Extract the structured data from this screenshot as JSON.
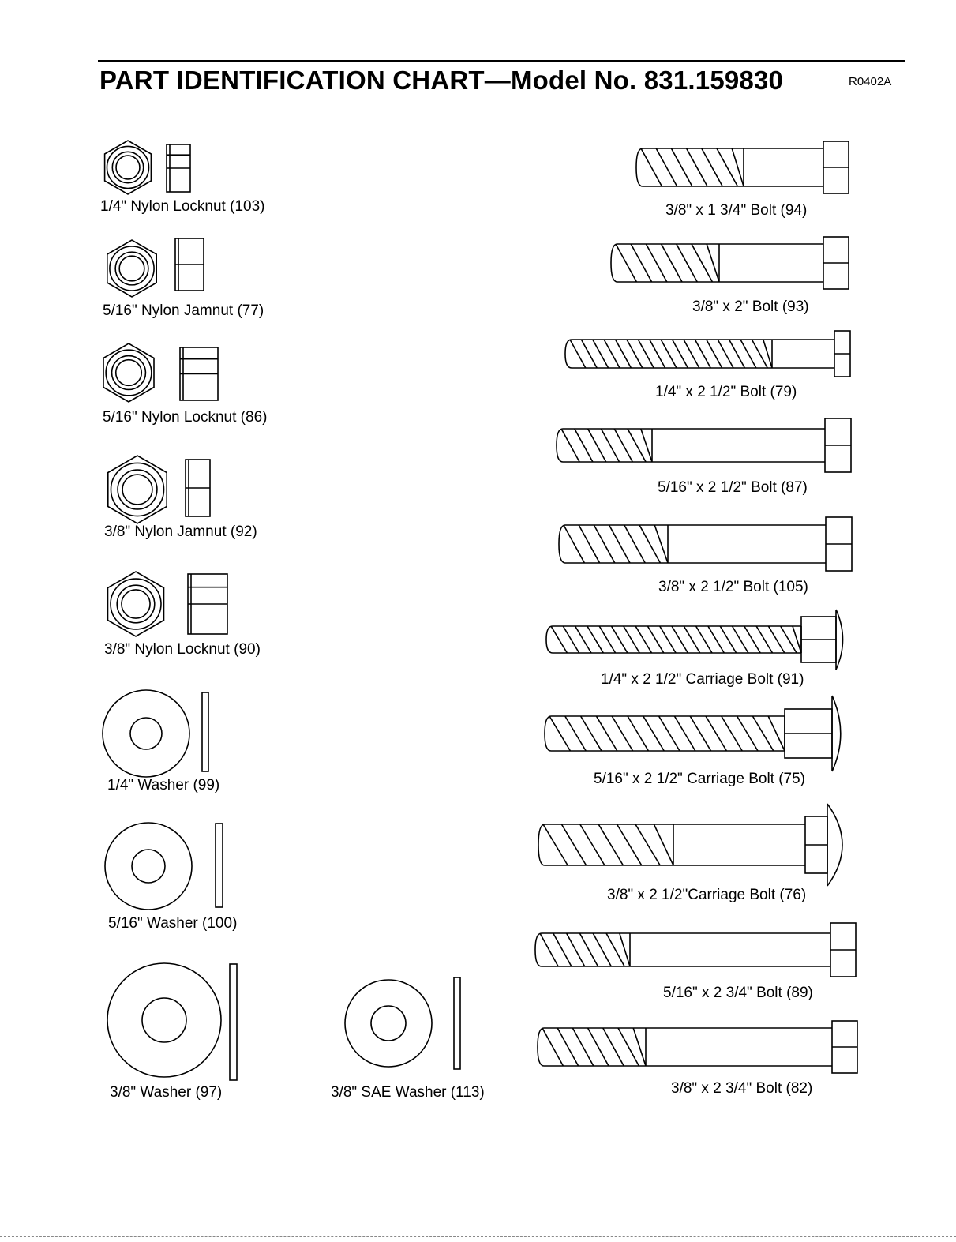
{
  "header": {
    "title": "PART IDENTIFICATION CHART—Model No. 831.159830",
    "code": "R0402A"
  },
  "left_parts": [
    {
      "label": "1/4\" Nylon Locknut (103)"
    },
    {
      "label": "5/16\" Nylon Jamnut (77)"
    },
    {
      "label": "5/16\" Nylon Locknut (86)"
    },
    {
      "label": "3/8\" Nylon Jamnut (92)"
    },
    {
      "label": "3/8\" Nylon Locknut (90)"
    },
    {
      "label": "1/4\" Washer (99)"
    },
    {
      "label": "5/16\" Washer (100)"
    },
    {
      "label": "3/8\" Washer (97)"
    },
    {
      "label": "3/8\" SAE Washer (113)"
    }
  ],
  "right_parts": [
    {
      "label": "3/8\" x 1 3/4\" Bolt (94)"
    },
    {
      "label": "3/8\" x 2\" Bolt (93)"
    },
    {
      "label": "1/4\" x 2 1/2\" Bolt (79)"
    },
    {
      "label": "5/16\" x 2 1/2\" Bolt (87)"
    },
    {
      "label": "3/8\" x 2 1/2\" Bolt (105)"
    },
    {
      "label": "1/4\" x 2 1/2\" Carriage Bolt (91)"
    },
    {
      "label": "5/16\" x 2 1/2\" Carriage Bolt (75)"
    },
    {
      "label": "3/8\" x 2 1/2\"Carriage Bolt (76)"
    },
    {
      "label": "5/16\" x 2 3/4\" Bolt (89)"
    },
    {
      "label": "3/8\" x 2 3/4\" Bolt (82)"
    }
  ]
}
